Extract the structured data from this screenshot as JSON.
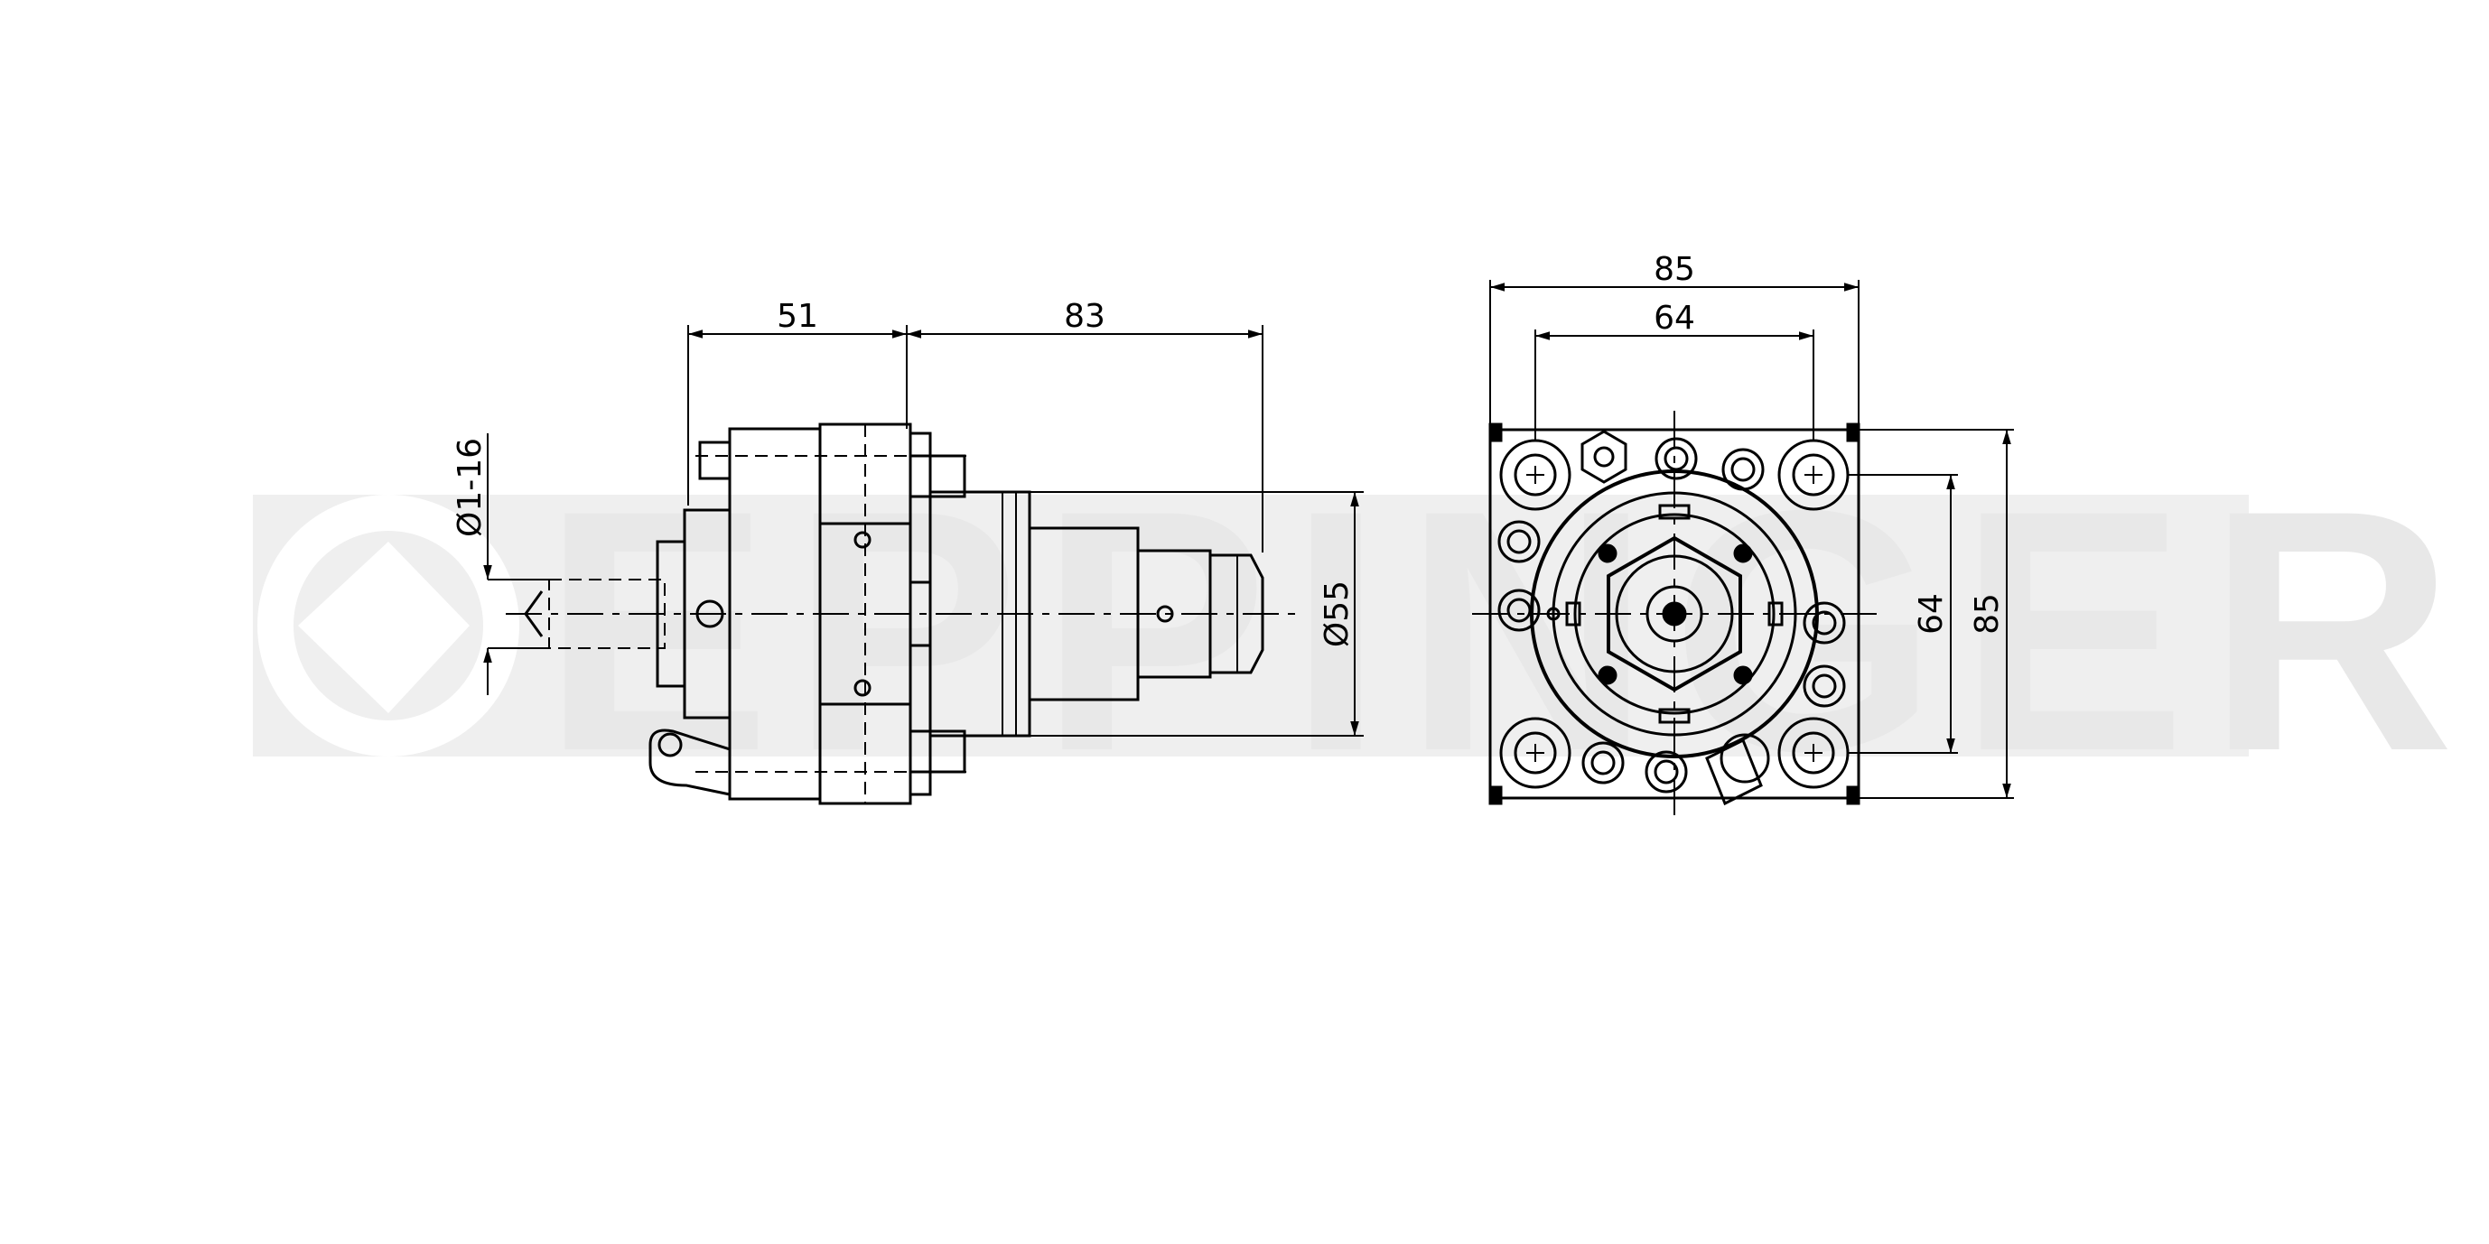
{
  "watermark": {
    "text": "EPPINGER",
    "color": "#e8e8e8"
  },
  "side_view": {
    "dimensions": {
      "length_flange": "51",
      "length_body": "83",
      "clamping_range": "Ø1-16",
      "spindle_diameter": "Ø55"
    }
  },
  "front_view": {
    "dimensions": {
      "width_outer": "85",
      "width_bolt": "64",
      "height_bolt": "64",
      "height_outer": "85"
    }
  },
  "colors": {
    "line": "#000000",
    "background": "#ffffff"
  }
}
